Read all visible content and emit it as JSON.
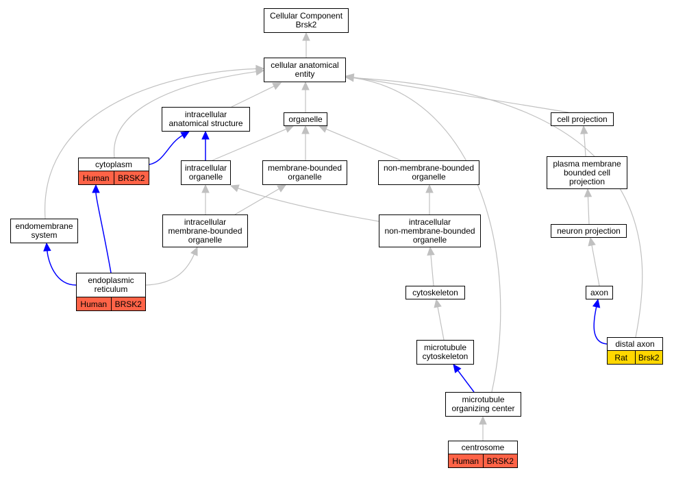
{
  "colors": {
    "edge_gray": "#c0c0c0",
    "edge_blue": "#0000ff",
    "human_annotation": "#ff6347",
    "rat_annotation": "#ffd700",
    "node_border": "#000000"
  },
  "nodes": [
    {
      "id": "root",
      "label": "Cellular Component\nBrsk2"
    },
    {
      "id": "cae",
      "label": "cellular anatomical\nentity"
    },
    {
      "id": "ias",
      "label": "intracellular\nanatomical structure"
    },
    {
      "id": "organelle",
      "label": "organelle"
    },
    {
      "id": "cellproj",
      "label": "cell projection"
    },
    {
      "id": "cytoplasm",
      "label": "cytoplasm",
      "annotation": [
        "Human",
        "BRSK2"
      ]
    },
    {
      "id": "io",
      "label": "intracellular\norganelle"
    },
    {
      "id": "mbo",
      "label": "membrane-bounded\norganelle"
    },
    {
      "id": "nmbo",
      "label": "non-membrane-bounded\norganelle"
    },
    {
      "id": "pmbcp",
      "label": "plasma membrane\nbounded cell\nprojection"
    },
    {
      "id": "endomem",
      "label": "endomembrane\nsystem"
    },
    {
      "id": "imbo",
      "label": "intracellular\nmembrane-bounded\norganelle"
    },
    {
      "id": "inmbo",
      "label": "intracellular\nnon-membrane-bounded\norganelle"
    },
    {
      "id": "neuronproj",
      "label": "neuron projection"
    },
    {
      "id": "er",
      "label": "endoplasmic\nreticulum",
      "annotation": [
        "Human",
        "BRSK2"
      ]
    },
    {
      "id": "cytoskel",
      "label": "cytoskeleton"
    },
    {
      "id": "axon",
      "label": "axon"
    },
    {
      "id": "distalaxon",
      "label": "distal axon",
      "annotation": [
        "Rat",
        "Brsk2"
      ]
    },
    {
      "id": "mtcyto",
      "label": "microtubule\ncytoskeleton"
    },
    {
      "id": "mtoc",
      "label": "microtubule\norganizing center"
    },
    {
      "id": "centrosome",
      "label": "centrosome",
      "annotation": [
        "Human",
        "BRSK2"
      ]
    }
  ],
  "edges": [
    {
      "from": "cae",
      "to": "root",
      "color": "gray"
    },
    {
      "from": "ias",
      "to": "cae",
      "color": "gray"
    },
    {
      "from": "organelle",
      "to": "cae",
      "color": "gray"
    },
    {
      "from": "cellproj",
      "to": "cae",
      "color": "gray"
    },
    {
      "from": "cytoplasm",
      "to": "cae",
      "color": "gray"
    },
    {
      "from": "endomem",
      "to": "cae",
      "color": "gray"
    },
    {
      "from": "distalaxon",
      "to": "cae",
      "color": "gray"
    },
    {
      "from": "mtoc",
      "to": "cae",
      "color": "gray"
    },
    {
      "from": "cytoplasm",
      "to": "ias",
      "color": "blue"
    },
    {
      "from": "io",
      "to": "ias",
      "color": "blue"
    },
    {
      "from": "io",
      "to": "organelle",
      "color": "gray"
    },
    {
      "from": "mbo",
      "to": "organelle",
      "color": "gray"
    },
    {
      "from": "nmbo",
      "to": "organelle",
      "color": "gray"
    },
    {
      "from": "pmbcp",
      "to": "cellproj",
      "color": "gray"
    },
    {
      "from": "imbo",
      "to": "io",
      "color": "gray"
    },
    {
      "from": "inmbo",
      "to": "io",
      "color": "gray"
    },
    {
      "from": "imbo",
      "to": "mbo",
      "color": "gray"
    },
    {
      "from": "inmbo",
      "to": "nmbo",
      "color": "gray"
    },
    {
      "from": "neuronproj",
      "to": "pmbcp",
      "color": "gray"
    },
    {
      "from": "er",
      "to": "cytoplasm",
      "color": "blue"
    },
    {
      "from": "er",
      "to": "endomem",
      "color": "blue"
    },
    {
      "from": "er",
      "to": "imbo",
      "color": "gray"
    },
    {
      "from": "cytoskel",
      "to": "inmbo",
      "color": "gray"
    },
    {
      "from": "axon",
      "to": "neuronproj",
      "color": "gray"
    },
    {
      "from": "distalaxon",
      "to": "axon",
      "color": "blue"
    },
    {
      "from": "mtcyto",
      "to": "cytoskel",
      "color": "gray"
    },
    {
      "from": "mtoc",
      "to": "mtcyto",
      "color": "blue"
    },
    {
      "from": "centrosome",
      "to": "mtoc",
      "color": "gray"
    }
  ]
}
